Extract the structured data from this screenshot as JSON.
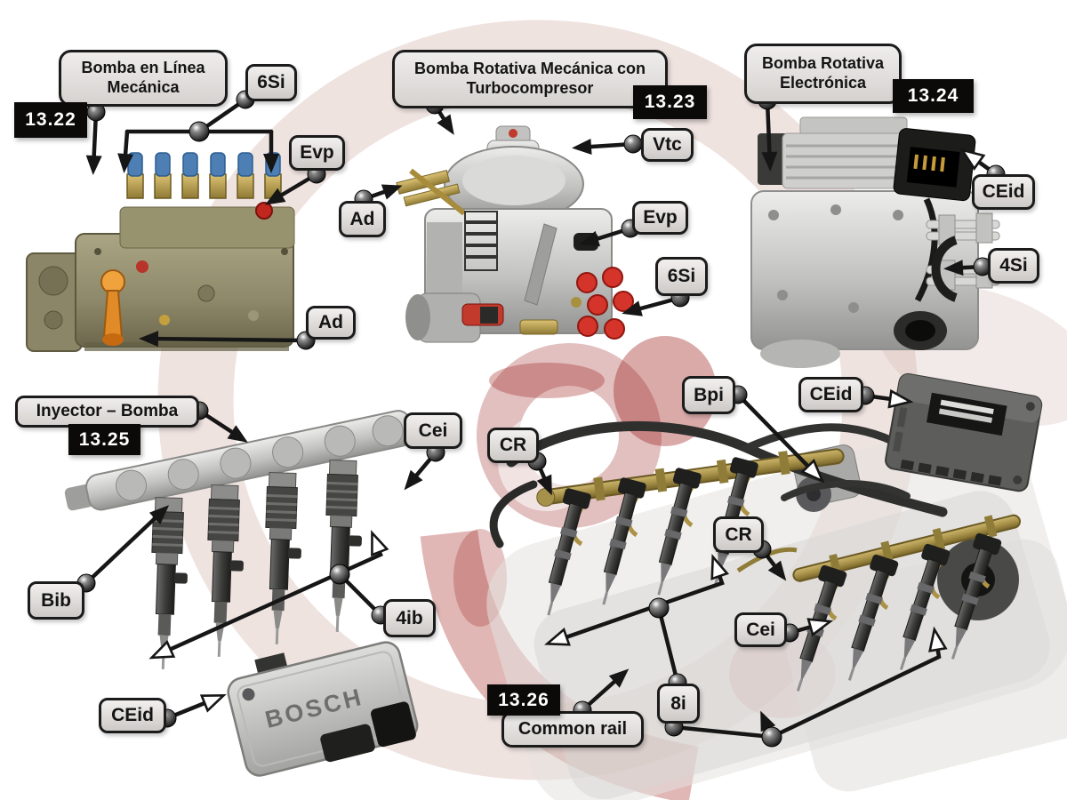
{
  "page": {
    "type": "diesel-injection-systems-training-diagram",
    "language": "es"
  },
  "colors": {
    "callout": "#161616",
    "label_bg": "#dcd9d6",
    "number_bg": "#0c0a09",
    "number_fg": "#ffffff"
  },
  "sections": {
    "inline_pump": {
      "id": "13.22",
      "title": "Bomba en Línea Mecánica",
      "tags": {
        "si6": "6Si",
        "evp": "Evp",
        "ad": "Ad"
      }
    },
    "rotary_mech_pump": {
      "id": "13.23",
      "title": "Bomba Rotativa Mecánica con Turbocompresor",
      "tags": {
        "ad": "Ad",
        "vtc": "Vtc",
        "evp": "Evp",
        "si6": "6Si"
      }
    },
    "rotary_elec_pump": {
      "id": "13.24",
      "title": "Bomba Rotativa Electrónica",
      "tags": {
        "ceid": "CEid",
        "si4": "4Si"
      }
    },
    "unit_injector": {
      "id": "13.25",
      "title": "Inyector – Bomba",
      "ecu_brand": "BOSCH",
      "tags": {
        "cei": "Cei",
        "bib": "Bib",
        "ib4": "4ib",
        "ceid": "CEid"
      }
    },
    "common_rail": {
      "id": "13.26",
      "title": "Common rail",
      "tags": {
        "bpi": "Bpi",
        "ceid": "CEid",
        "cr_left": "CR",
        "cr_right": "CR",
        "cei": "Cei",
        "i8": "8i"
      }
    }
  }
}
